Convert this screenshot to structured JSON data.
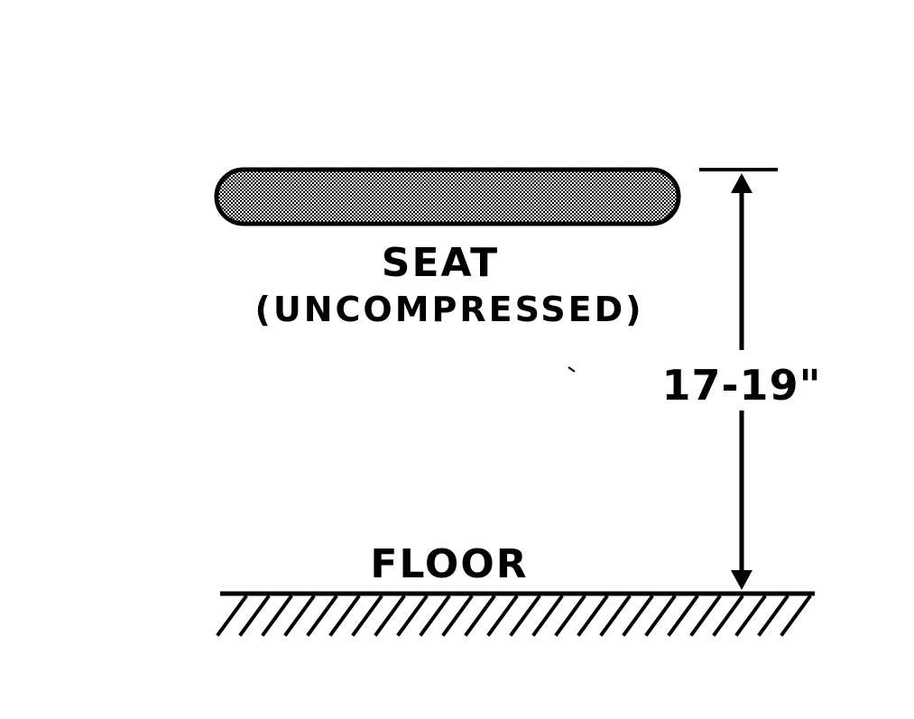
{
  "diagram": {
    "seat_label": "SEAT",
    "seat_note": "(UNCOMPRESSED)",
    "height_label": "17-19\"",
    "floor_label": "FLOOR"
  },
  "colors": {
    "ink": "#000000",
    "background": "#ffffff",
    "seat_fill": "#808080"
  }
}
